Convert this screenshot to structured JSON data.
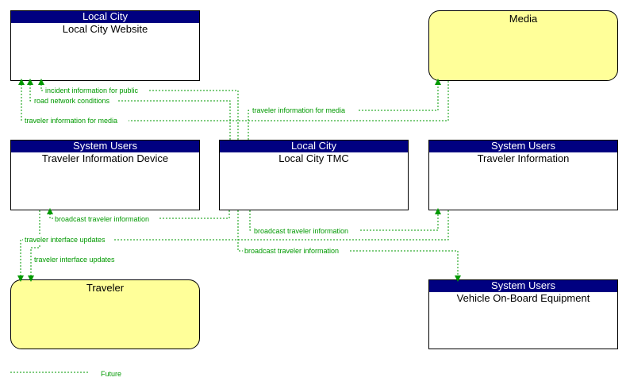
{
  "nodes": {
    "website": {
      "header": "Local City",
      "name": "Local City Website"
    },
    "media": {
      "name": "Media"
    },
    "tid": {
      "header": "System Users",
      "name": "Traveler Information Device"
    },
    "tmc": {
      "header": "Local City",
      "name": "Local City TMC"
    },
    "ti": {
      "header": "System Users",
      "name": "Traveler Information"
    },
    "traveler": {
      "name": "Traveler"
    },
    "vobe": {
      "header": "System Users",
      "name": "Vehicle On-Board Equipment"
    }
  },
  "flows": {
    "incident": "incident information for public",
    "road": "road network conditions",
    "tim_website": "traveler information for media",
    "tim_media": "traveler information for media",
    "bti_tid": "broadcast traveler information",
    "bti_ti": "broadcast traveler information",
    "bti_vobe": "broadcast traveler information",
    "tiu_1": "traveler interface updates",
    "tiu_2": "traveler interface updates"
  },
  "legend": {
    "label": "Future"
  },
  "colors": {
    "header": "#000080",
    "terminator": "#ffff99",
    "flow": "#009900"
  }
}
